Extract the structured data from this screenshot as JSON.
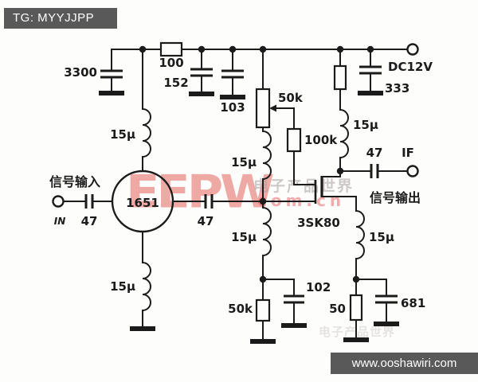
{
  "banners": {
    "top_left": "TG: MYYJJPP",
    "bottom_right": "www.ooshawiri.com"
  },
  "watermark": {
    "logo": "EEPW",
    "cn_text": "电子产品世界",
    "domain": "com.cn"
  },
  "values": {
    "v3300": "3300",
    "v100": "100",
    "v152": "152",
    "v103": "103",
    "v50k": "50k",
    "v100k": "100k",
    "v15u": "15μ",
    "v47": "47",
    "v1651": "1651",
    "v3sk80": "3SK80",
    "v102": "102",
    "v50": "50",
    "v681": "681",
    "v333": "333",
    "vdc12v": "DC12V",
    "vif": "IF",
    "vin": "IN",
    "vsignal_in": "信号输入",
    "vsignal_out": "信号输出"
  }
}
